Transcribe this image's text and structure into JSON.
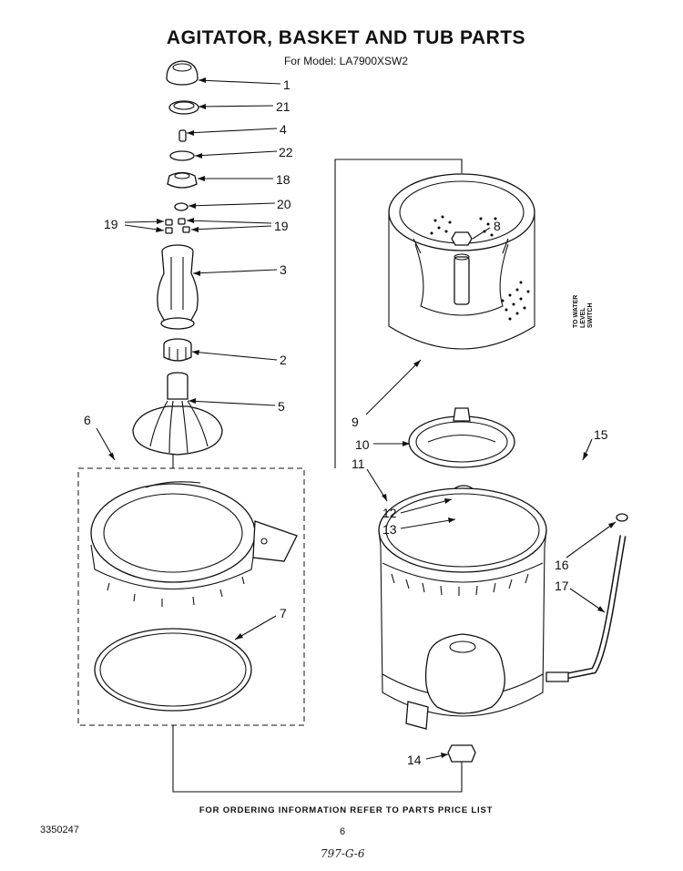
{
  "header": {
    "title": "AGITATOR, BASKET AND TUB PARTS",
    "subtitle": "For Model: LA7900XSW2"
  },
  "side_note": {
    "line1": "TO WATER LEVEL",
    "line2": "SWITCH"
  },
  "callouts": {
    "c1": "1",
    "c21": "21",
    "c4": "4",
    "c22": "22",
    "c18": "18",
    "c20": "20",
    "c19_left": "19",
    "c19_right": "19",
    "c3": "3",
    "c2": "2",
    "c5": "5",
    "c6": "6",
    "c7": "7",
    "c8": "8",
    "c9": "9",
    "c10": "10",
    "c11": "11",
    "c12": "12",
    "c13": "13",
    "c14": "14",
    "c15": "15",
    "c16": "16",
    "c17": "17"
  },
  "footer": {
    "ordering_note": "FOR ORDERING INFORMATION REFER TO PARTS PRICE LIST",
    "doc_number": "3350247",
    "page_number": "6",
    "handwritten_note": "797-G-6"
  }
}
